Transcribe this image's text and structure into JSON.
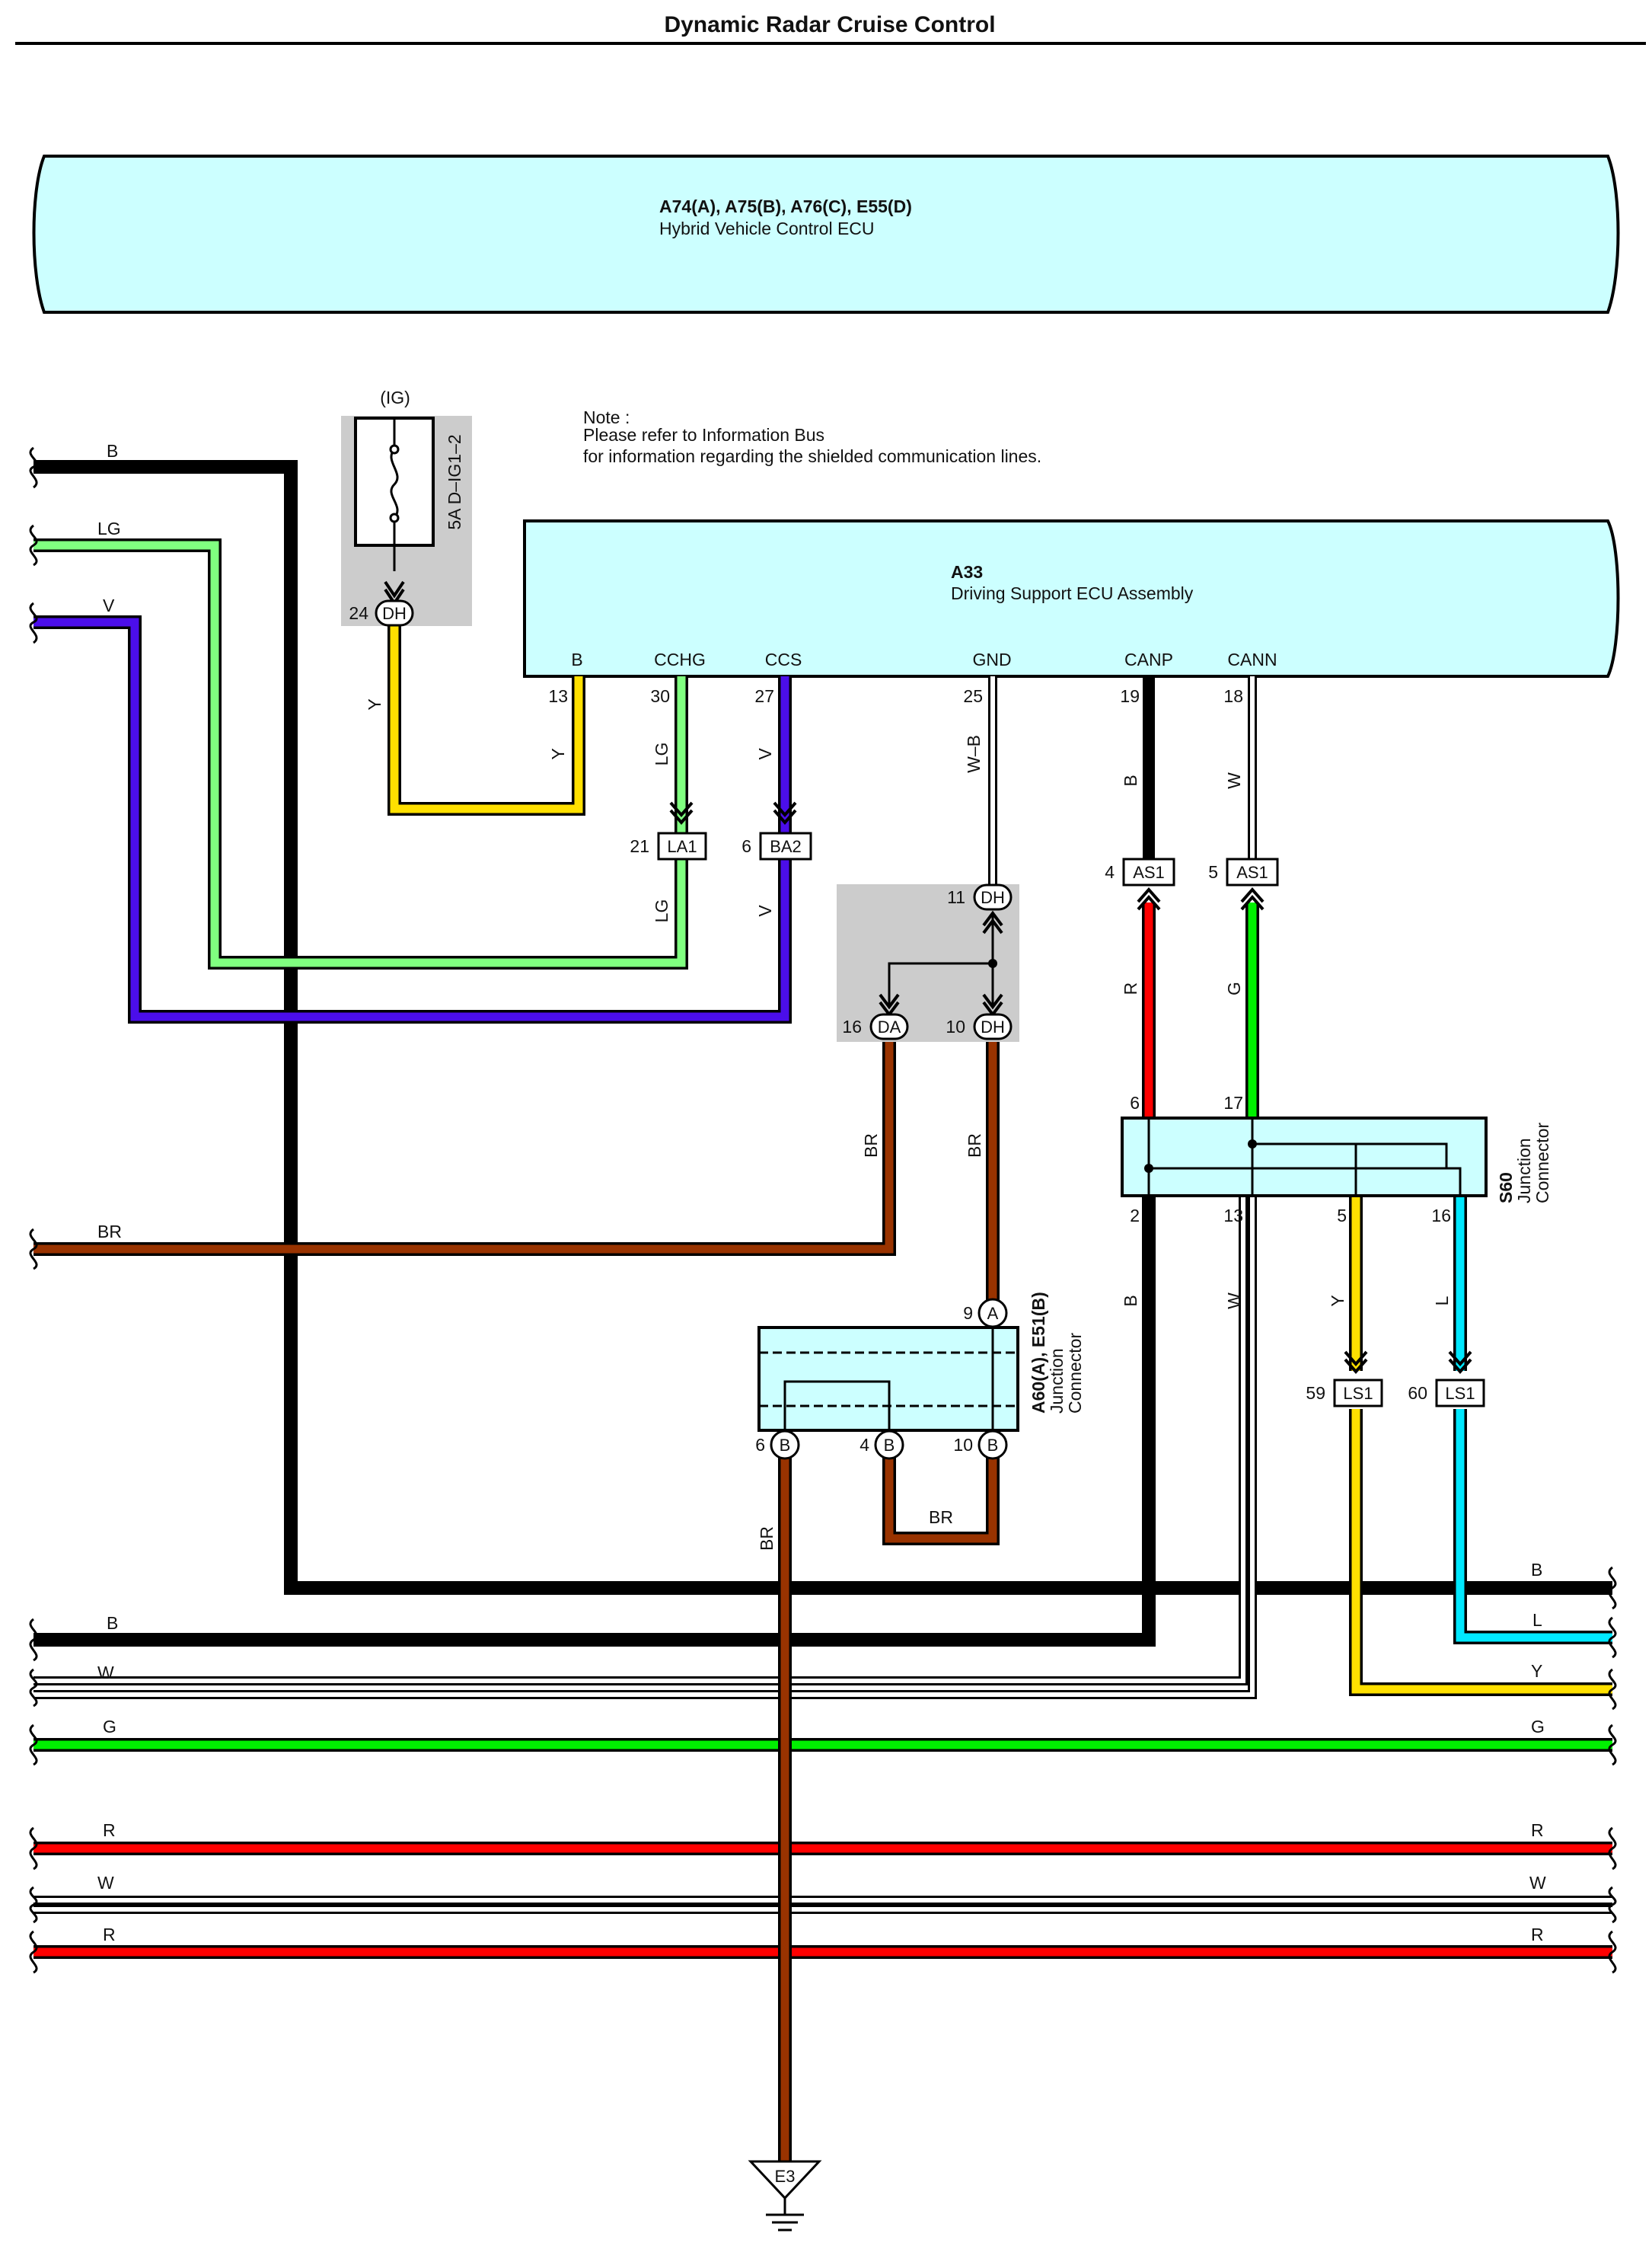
{
  "title": "Dynamic Radar Cruise Control",
  "ecu_top": {
    "codes": "A74(A), A75(B), A76(C), E55(D)",
    "name": "Hybrid Vehicle Control ECU"
  },
  "ecu_a33": {
    "code": "A33",
    "name": "Driving Support ECU Assembly"
  },
  "note": {
    "line1": "Note :",
    "line2": "Please refer to Information Bus",
    "line3": "for information regarding the shielded communication lines."
  },
  "fuse": {
    "header": "(IG)",
    "label": "5A D–IG1–2",
    "pin": "24",
    "conn": "DH"
  },
  "a33_terms": [
    {
      "name": "B",
      "pin": "13"
    },
    {
      "name": "CCHG",
      "pin": "30"
    },
    {
      "name": "CCS",
      "pin": "27"
    },
    {
      "name": "GND",
      "pin": "25"
    },
    {
      "name": "CANP",
      "pin": "19"
    },
    {
      "name": "CANN",
      "pin": "18"
    }
  ],
  "connectors": {
    "la1": {
      "pin": "21",
      "name": "LA1"
    },
    "ba2": {
      "pin": "6",
      "name": "BA2"
    },
    "as1_4": {
      "pin": "4",
      "name": "AS1"
    },
    "as1_5": {
      "pin": "5",
      "name": "AS1"
    },
    "dh11": {
      "pin": "11",
      "name": "DH"
    },
    "da16": {
      "pin": "16",
      "name": "DA"
    },
    "dh10": {
      "pin": "10",
      "name": "DH"
    },
    "ls1_59": {
      "pin": "59",
      "name": "LS1"
    },
    "ls1_60": {
      "pin": "60",
      "name": "LS1"
    }
  },
  "junction_s60": {
    "code": "S60",
    "name1": "Junction",
    "name2": "Connector",
    "pins": {
      "p6": "6",
      "p17": "17",
      "p2": "2",
      "p13": "13",
      "p5": "5",
      "p16": "16"
    }
  },
  "junction_a60": {
    "code": "A60(A), E51(B)",
    "name1": "Junction",
    "name2": "Connector",
    "pins": {
      "p9": "9",
      "p6": "6",
      "p4": "4",
      "p10": "10"
    },
    "conn_a": "A",
    "conn_b": "B"
  },
  "ground": "E3",
  "wire_colors": {
    "b": "B",
    "lg": "LG",
    "v": "V",
    "y": "Y",
    "wb": "W–B",
    "r": "R",
    "g": "G",
    "br": "BR",
    "w": "W",
    "l": "L"
  },
  "colors": {
    "black": "#000000",
    "light_green": "#80ff80",
    "violet": "#4b0eea",
    "yellow": "#ffe000",
    "red": "#ff0000",
    "green": "#00f000",
    "brown": "#993300",
    "blue": "#00e8ff",
    "ecu_fill": "#ccffff",
    "shade": "#cccccc"
  }
}
